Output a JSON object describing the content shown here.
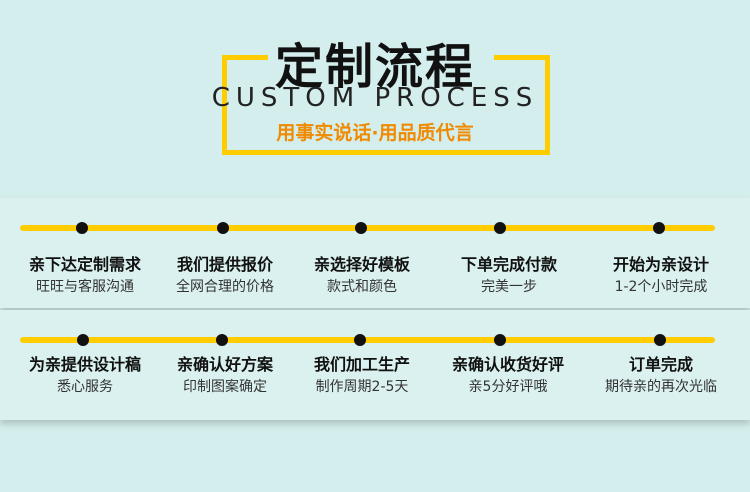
{
  "header": {
    "title": "定制流程",
    "subtitle": "CUSTOM PROCESS",
    "slogan": "用事实说话·用品质代言"
  },
  "colors": {
    "accent": "#ffcc00",
    "slogan": "#f08a00",
    "background": "#d3eeec"
  },
  "row1": [
    {
      "title": "亲下达定制需求",
      "desc": "旺旺与客服沟通"
    },
    {
      "title": "我们提供报价",
      "desc": "全网合理的价格"
    },
    {
      "title": "亲选择好模板",
      "desc": "款式和颜色"
    },
    {
      "title": "下单完成付款",
      "desc": "完美一步"
    },
    {
      "title": "开始为亲设计",
      "desc": "1-2个小时完成"
    }
  ],
  "row2": [
    {
      "title": "为亲提供设计稿",
      "desc": "悉心服务"
    },
    {
      "title": "亲确认好方案",
      "desc": "印制图案确定"
    },
    {
      "title": "我们加工生产",
      "desc": "制作周期2-5天"
    },
    {
      "title": "亲确认收货好评",
      "desc": "亲5分好评哦"
    },
    {
      "title": "订单完成",
      "desc": "期待亲的再次光临"
    }
  ]
}
